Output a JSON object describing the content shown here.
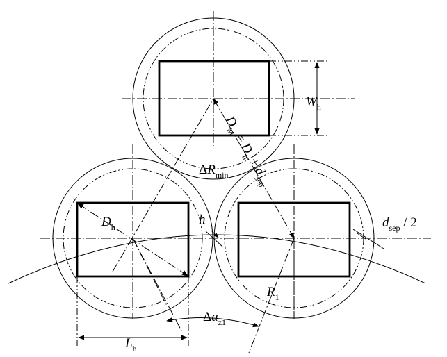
{
  "labels": {
    "Wh": {
      "main": "W",
      "sub": "h"
    },
    "Dh": {
      "main": "D",
      "sub": "h"
    },
    "h": {
      "main": "h"
    },
    "dsep2": {
      "main": "d",
      "sub": "sep",
      "tail": " / 2"
    },
    "R1": {
      "main": "R",
      "sub": "1"
    },
    "dRmin": {
      "pre": "Δ",
      "main": "R",
      "sub": "min"
    },
    "Lh": {
      "main": "L",
      "sub": "h"
    },
    "daz1": {
      "pre": "Δ",
      "main": "a",
      "sub": "z1"
    },
    "DM": {
      "main": "D",
      "sub": "M",
      "eq": " = ",
      "main2": "D",
      "sub2": "h",
      "plus": " + ",
      "main3": "d",
      "sub3": "sep"
    }
  }
}
